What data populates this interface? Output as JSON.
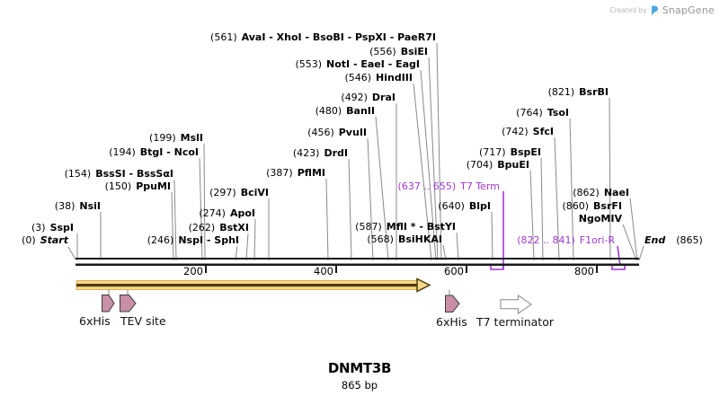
{
  "credit": {
    "created_by": "Created by",
    "brand": "SnapGene"
  },
  "map": {
    "sites": {
      "s0": {
        "num": "(0)",
        "name": "Start"
      },
      "s3": {
        "num": "(3)",
        "name": "SspI"
      },
      "s38": {
        "num": "(38)",
        "name": "NsiI"
      },
      "s150": {
        "num": "(150)",
        "name": "PpuMI"
      },
      "s154": {
        "num": "(154)",
        "name": "BssSI - BssSαI"
      },
      "s194": {
        "num": "(194)",
        "name": "BtgI - NcoI"
      },
      "s199": {
        "num": "(199)",
        "name": "MslI"
      },
      "s246": {
        "num": "(246)",
        "name": "NspI - SphI"
      },
      "s262": {
        "num": "(262)",
        "name": "BstXI"
      },
      "s274": {
        "num": "(274)",
        "name": "ApoI"
      },
      "s297": {
        "num": "(297)",
        "name": "BciVI"
      },
      "s387": {
        "num": "(387)",
        "name": "PflMI"
      },
      "s423": {
        "num": "(423)",
        "name": "DrdI"
      },
      "s456": {
        "num": "(456)",
        "name": "PvuII"
      },
      "s480": {
        "num": "(480)",
        "name": "BanII"
      },
      "s492": {
        "num": "(492)",
        "name": "DraI"
      },
      "s546": {
        "num": "(546)",
        "name": "HindIII"
      },
      "s553": {
        "num": "(553)",
        "name": "NotI - EaeI - EagI"
      },
      "s556": {
        "num": "(556)",
        "name": "BsiEI"
      },
      "s561": {
        "num": "(561)",
        "name": "AvaI - XhoI - BsoBI - PspXI - PaeR7I"
      },
      "s568": {
        "num": "(568)",
        "name": "BsiHKAI"
      },
      "s587": {
        "num": "(587)",
        "name": "MflI * - BstYI"
      },
      "s640": {
        "num": "(640)",
        "name": "BlpI"
      },
      "s704": {
        "num": "(704)",
        "name": "BpuEI"
      },
      "s717": {
        "num": "(717)",
        "name": "BspEI"
      },
      "s742": {
        "num": "(742)",
        "name": "SfcI"
      },
      "s764": {
        "num": "(764)",
        "name": "TsoI"
      },
      "s821": {
        "num": "(821)",
        "name": "BsrBI"
      },
      "s860": {
        "num": "(860)",
        "name": "BsrFI"
      },
      "ngo": {
        "name": "NgoMIV"
      },
      "s862": {
        "num": "(862)",
        "name": "NaeI"
      },
      "t7term": {
        "num": "(637 .. 655)",
        "name": "T7 Term"
      },
      "f1ori": {
        "num": "(822 .. 841)",
        "name": "F1ori-R"
      },
      "end": {
        "name": "End",
        "num": "(865)"
      }
    },
    "ruler": {
      "ticks": [
        "200",
        "400",
        "600",
        "800"
      ]
    },
    "features": {
      "his1": "6xHis",
      "tev": "TEV site",
      "his2": "6xHis",
      "t7": "T7 terminator"
    }
  },
  "footer": {
    "title": "DNMT3B",
    "length": "865 bp"
  },
  "colors": {
    "purple": "#A238D2",
    "gold": "#F7D88A",
    "gold_dark": "#4F3D05",
    "pink": "#C98FA7",
    "connector_gray": "#8a8a8a",
    "brand_blue": "#4FA9DF"
  }
}
